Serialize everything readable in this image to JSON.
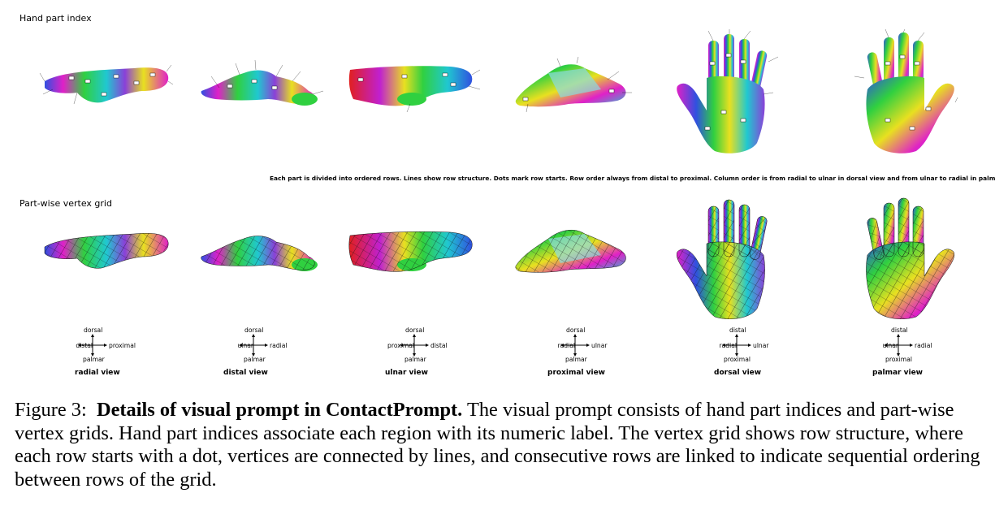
{
  "sections": {
    "part_index_label": "Hand part index",
    "vertex_grid_label": "Part-wise vertex grid"
  },
  "note": "Each part is divided into ordered rows. Lines show row structure. Dots mark row starts. Row order always from distal to proximal. Column order is from radial to ulnar in dorsal view and from ulnar to radial in palmar view.",
  "views": [
    {
      "name": "radial view",
      "top": "dorsal",
      "bottom": "palmar",
      "left": "distal",
      "right": "proximal"
    },
    {
      "name": "distal view",
      "top": "dorsal",
      "bottom": "palmar",
      "left": "ulnar",
      "right": "radial"
    },
    {
      "name": "ulnar view",
      "top": "dorsal",
      "bottom": "palmar",
      "left": "proximal",
      "right": "distal"
    },
    {
      "name": "proximal view",
      "top": "dorsal",
      "bottom": "palmar",
      "left": "radial",
      "right": "ulnar"
    },
    {
      "name": "dorsal view",
      "top": "distal",
      "bottom": "proximal",
      "left": "radial",
      "right": "ulnar"
    },
    {
      "name": "palmar view",
      "top": "distal",
      "bottom": "proximal",
      "left": "ulnar",
      "right": "radial"
    }
  ],
  "caption": {
    "label": "Figure 3:",
    "title": "Details of visual prompt in ContactPrompt.",
    "body": "The visual prompt consists of hand part indices and part-wise vertex grids. Hand part indices associate each region with its numeric label. The vertex grid shows row structure, where each row starts with a dot, vertices are connected by lines, and consecutive rows are linked to indicate sequential ordering between rows of the grid."
  },
  "colors": {
    "magenta": "#e020c8",
    "green": "#30d040",
    "blue": "#3050e0",
    "red": "#e02020",
    "cyan": "#20c8d0",
    "yellow": "#e8e020",
    "purple": "#8a40d8"
  }
}
